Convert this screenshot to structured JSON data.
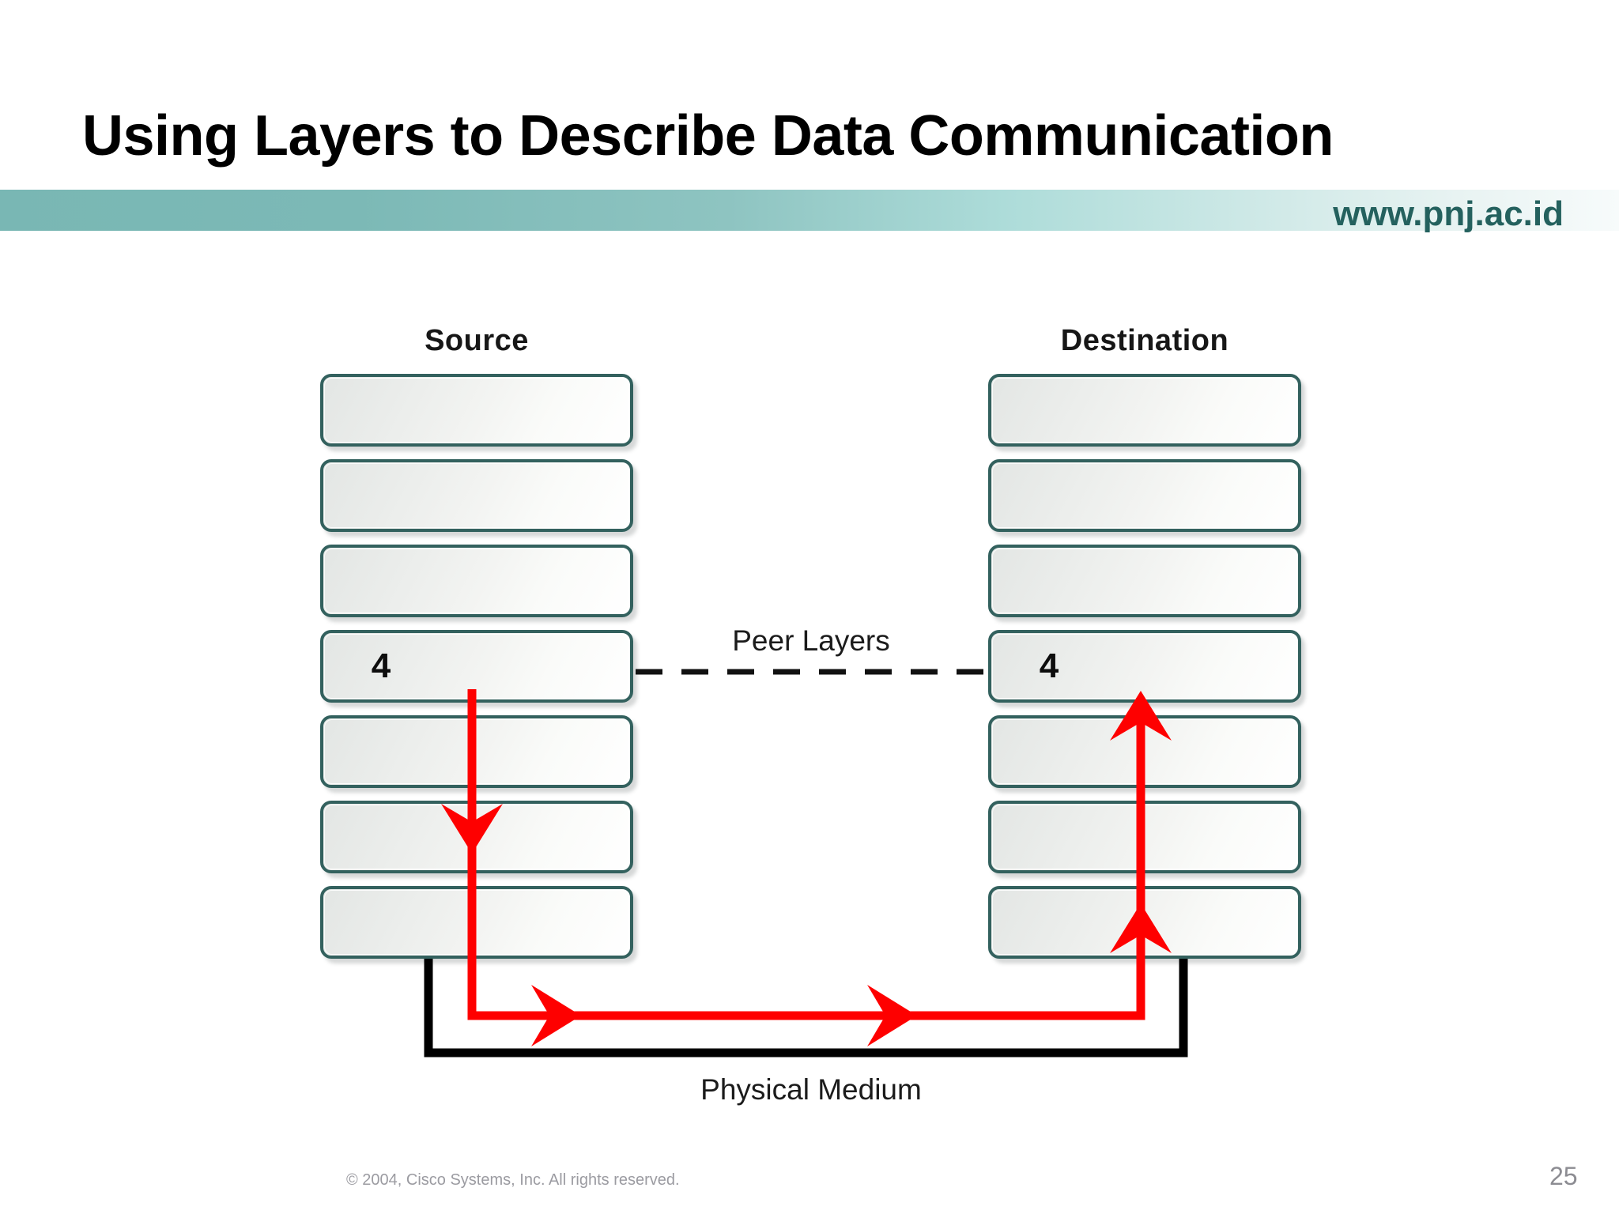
{
  "slide": {
    "title": "Using Layers to Describe Data Communication",
    "url": "www.pnj.ac.id",
    "page_number": "25",
    "copyright": "© 2004, Cisco Systems, Inc. All rights reserved."
  },
  "theme": {
    "band_start": "#79b7b4",
    "band_end": "#f7fbfb",
    "url_color": "#24615e",
    "box_border": "#33615e",
    "arrow_color": "#fe0000",
    "medium_color": "#000000",
    "title_color": "#000000",
    "footer_color": "#9b9ba1"
  },
  "diagram": {
    "source": {
      "heading": "Source",
      "layers": [
        {
          "label": ""
        },
        {
          "label": ""
        },
        {
          "label": ""
        },
        {
          "label": "4"
        },
        {
          "label": ""
        },
        {
          "label": ""
        },
        {
          "label": ""
        }
      ]
    },
    "destination": {
      "heading": "Destination",
      "layers": [
        {
          "label": ""
        },
        {
          "label": ""
        },
        {
          "label": ""
        },
        {
          "label": "4"
        },
        {
          "label": ""
        },
        {
          "label": ""
        },
        {
          "label": ""
        }
      ]
    },
    "peer_link_label": "Peer Layers",
    "physical_medium_label": "Physical Medium"
  }
}
